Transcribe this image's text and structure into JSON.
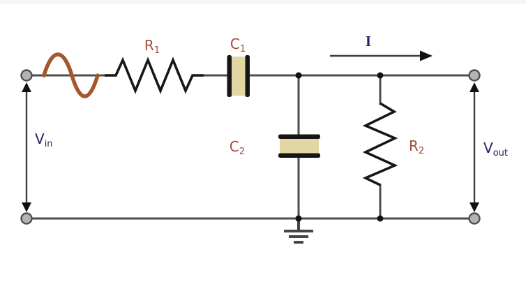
{
  "page": {
    "top_bar_color": "#f5f5f6"
  },
  "circuit": {
    "type": "passive RC band-pass filter schematic",
    "labels": {
      "r1": {
        "name": "R",
        "sub": "1"
      },
      "c1": {
        "name": "C",
        "sub": "1"
      },
      "c2": {
        "name": "C",
        "sub": "2"
      },
      "r2": {
        "name": "R",
        "sub": "2"
      },
      "v_in": {
        "name": "V",
        "sub": "in"
      },
      "v_out": {
        "name": "V",
        "sub": "out"
      },
      "current": {
        "name": "I"
      }
    },
    "colors": {
      "component_label": "#9e4e38",
      "voltage_label": "#232366",
      "current_label": "#232366",
      "sine_wave": "#a4572e",
      "capacitor_dielectric": "#e2d6a2",
      "wire": "#4d4d4d",
      "component_stroke": "#161616",
      "terminal_fill": "#b3b3b3",
      "terminal_ring": "#4f4f4f",
      "junction_dot": "#111111"
    }
  }
}
